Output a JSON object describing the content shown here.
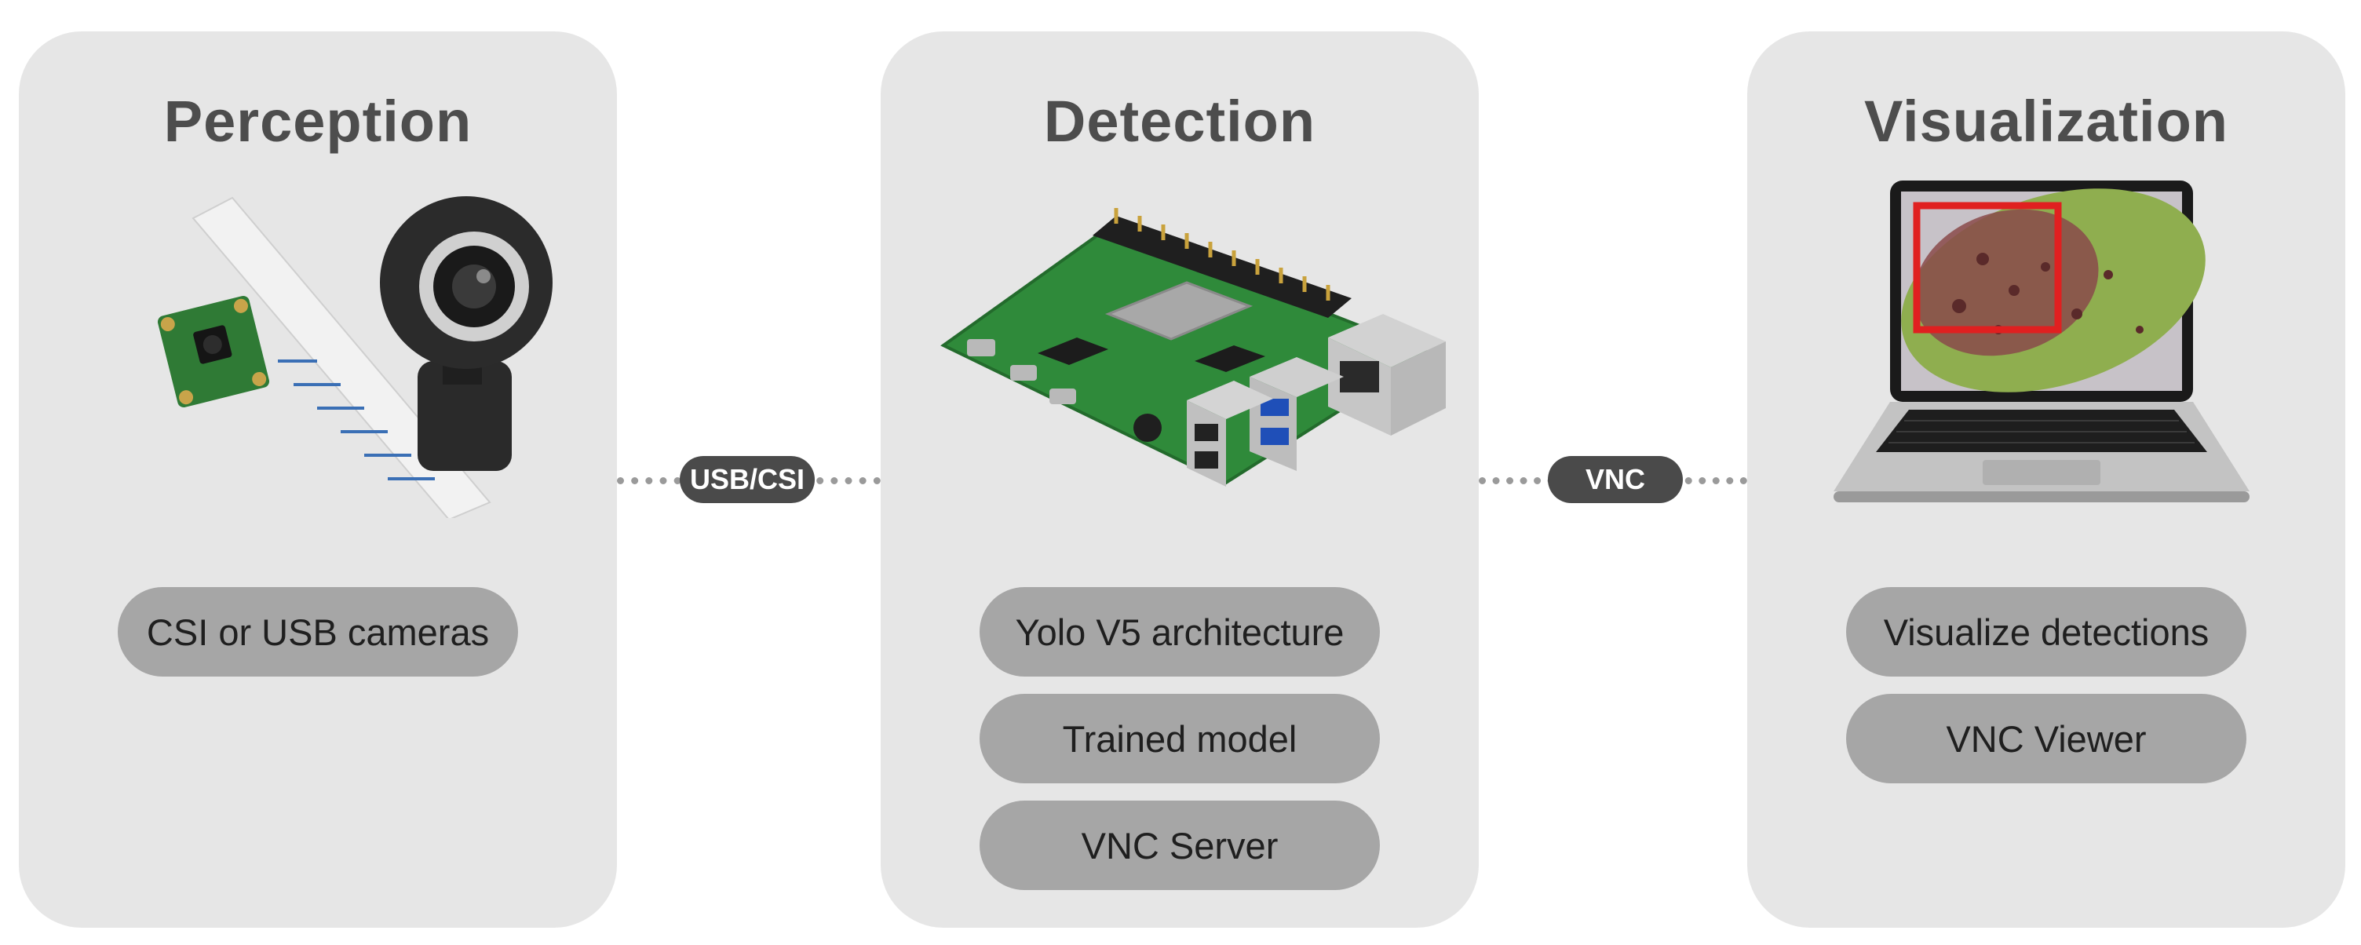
{
  "stages": [
    {
      "title": "Perception",
      "items": [
        "CSI or USB cameras"
      ]
    },
    {
      "title": "Detection",
      "items": [
        "Yolo V5 architecture",
        "Trained model",
        "VNC Server"
      ]
    },
    {
      "title": "Visualization",
      "items": [
        "Visualize detections",
        "VNC Viewer"
      ]
    }
  ],
  "connectors": [
    "USB/CSI",
    "VNC"
  ],
  "colors": {
    "panel": "#e6e6e6",
    "pill": "#a6a6a6",
    "connector_label": "#4a4a4a",
    "detection_box": "#e02020",
    "board_green": "#2f8a3a"
  }
}
